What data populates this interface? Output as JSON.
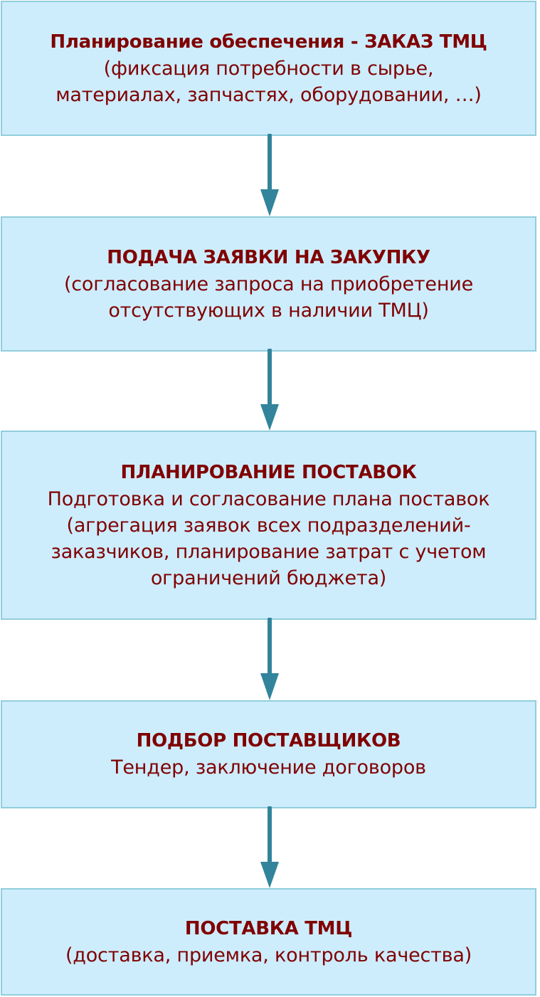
{
  "colors": {
    "box_fill": "#cdedfd",
    "box_border": "#92cddc",
    "arrow": "#31849b",
    "text": "#800000"
  },
  "steps": [
    {
      "title": "Планирование обеспечения - ЗАКАЗ ТМЦ",
      "lines": [
        "(фиксация потребности в сырье,",
        "материалах, запчастях, оборудовании, …)"
      ]
    },
    {
      "title": "ПОДАЧА ЗАЯВКИ НА ЗАКУПКУ",
      "lines": [
        "(согласование запроса на приобретение",
        "отсутствующих в наличии ТМЦ)"
      ]
    },
    {
      "title": "ПЛАНИРОВАНИЕ ПОСТАВОК",
      "lines": [
        "Подготовка и согласование плана поставок",
        "(агрегация заявок всех подразделений-",
        "заказчиков, планирование затрат с учетом",
        "ограничений бюджета)"
      ]
    },
    {
      "title": "ПОДБОР ПОСТАВЩИКОВ",
      "lines": [
        "Тендер, заключение договоров"
      ]
    },
    {
      "title": "ПОСТАВКА ТМЦ",
      "lines": [
        "(доставка, приемка, контроль качества)"
      ]
    }
  ]
}
